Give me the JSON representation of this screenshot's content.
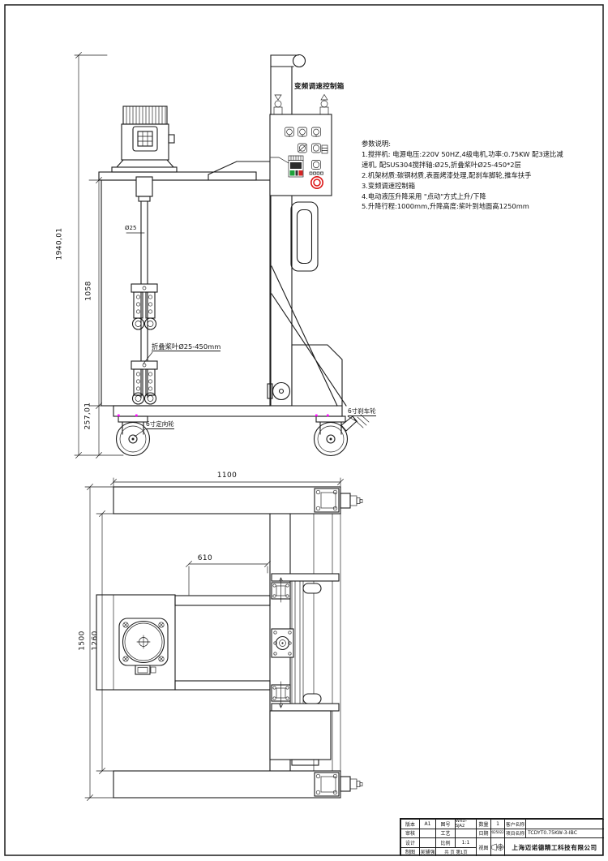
{
  "notes": {
    "heading": "参数说明:",
    "lines": [
      "1.搅拌机: 电源电压:220V  50HZ,4级电机,功率:0.75KW 配3速比减",
      "速机, 配SUS304搅拌轴:Ø25,折叠桨叶Ø25-450*2层",
      "2.机架材质:碳钢材质,表面烤漆处理,配刹车脚轮,推车扶手",
      "3.变频调速控制箱",
      "4.电动液压升降采用 \"点动\"方式上升/下降",
      "5.升降行程:1000mm,升降高度:桨叶到地面高1250mm"
    ]
  },
  "labels": {
    "control_box": "变频调速控制箱",
    "shaft_diameter": "Ø25",
    "folding_paddle": "折叠桨叶Ø25-450mm",
    "fixed_wheel": "6寸定向轮",
    "brake_wheel": "6寸刹车轮"
  },
  "dimensions": {
    "front": {
      "overall_height": "1940,01",
      "frame_height": "1058",
      "base_height": "257,01"
    },
    "plan": {
      "overall_width": "1100",
      "arm_offset": "610",
      "overall_length": "1500",
      "inner_length": "1260"
    }
  },
  "title_block": {
    "version_label": "版本",
    "version": "A1",
    "drawing_no_label": "图号",
    "drawing_no": "WXD-SJA2",
    "qty_label": "数量",
    "qty": "1",
    "customer_label": "客户名称",
    "customer": "",
    "check_label": "审核",
    "check": "",
    "process_label": "工艺",
    "process": "",
    "date_label": "日期",
    "date": "20250221",
    "project_label": "项目名称",
    "project": "TCDYT0.75KW-3-IBC",
    "design_label": "设计",
    "design": "",
    "scale_label": "比例",
    "scale": "1:1",
    "view_label": "视图",
    "draft_label": "制图",
    "draft": "吴辅强",
    "pages": "共 页 第1页",
    "company": "上海迈诺德精工科技有限公司"
  },
  "colors": {
    "stop_button": "#dc1414",
    "marker": "#ff00ff",
    "vfd_green": "#1ea23a",
    "vfd_red": "#d42424"
  }
}
